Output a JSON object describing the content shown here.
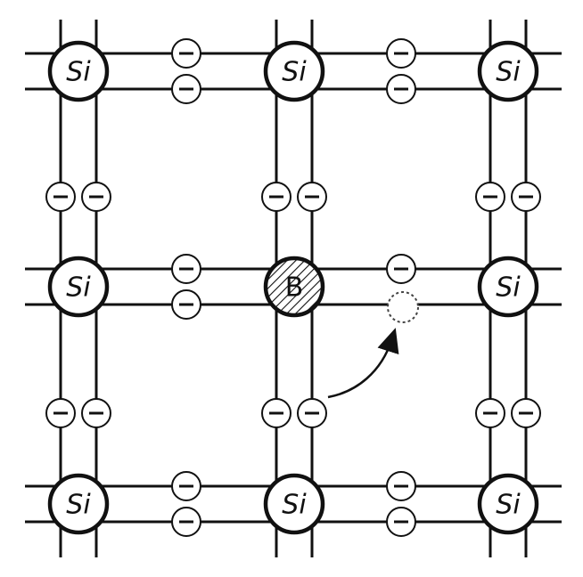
{
  "diagram": {
    "atoms": [
      {
        "label": "Si",
        "kind": "host"
      },
      {
        "label": "Si",
        "kind": "host"
      },
      {
        "label": "Si",
        "kind": "host"
      },
      {
        "label": "Si",
        "kind": "host"
      },
      {
        "label": "B",
        "kind": "dopant"
      },
      {
        "label": "Si",
        "kind": "host"
      },
      {
        "label": "Si",
        "kind": "host"
      },
      {
        "label": "Si",
        "kind": "host"
      },
      {
        "label": "Si",
        "kind": "host"
      }
    ],
    "electron_symbol": "−",
    "hole_present": true,
    "colors": {
      "line": "#111111",
      "background": "#ffffff",
      "dopant_hatch": "#111111"
    }
  }
}
